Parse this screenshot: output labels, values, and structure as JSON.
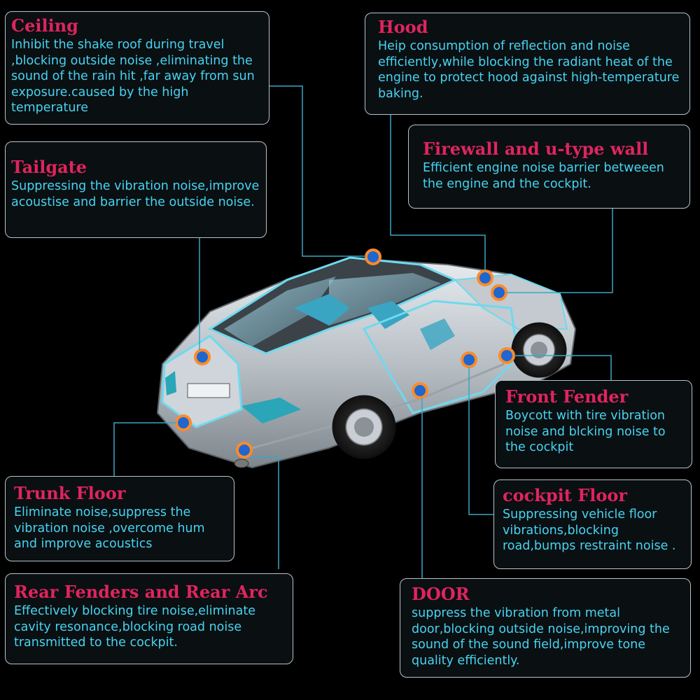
{
  "callouts": {
    "ceiling": {
      "title": "Ceiling",
      "text": "Inhibit the shake roof during travel ,blocking outside noise ,eliminating the sound of the rain hit ,far away from sun exposure.caused by the high temperature"
    },
    "hood": {
      "title": "Hood",
      "text": "Heip consumption of reflection and noise efficiently,while blocking the radiant heat of the engine to protect hood against high-temperature baking."
    },
    "firewall": {
      "title": "Firewall and u-type wall",
      "text": "Efficient engine noise barrier betweeen the engine and the cockpit."
    },
    "tailgate": {
      "title": "Tailgate",
      "text": "Suppressing the vibration noise,improve acoustise and barrier the outside noise."
    },
    "front_fender": {
      "title": "Front Fender",
      "text": "Boycott with tire vibration noise and blcking noise to the cockpit"
    },
    "trunk_floor": {
      "title": "Trunk Floor",
      "text": "Eliminate noise,suppress the vibration noise ,overcome hum and improve acoustics"
    },
    "cockpit_floor": {
      "title": "cockpit Floor",
      "text": "Suppressing vehicle floor vibrations,blocking road,bumps restraint noise ."
    },
    "rear_fenders": {
      "title": "Rear Fenders and Rear Arc",
      "text": "Effectively blocking tire noise,eliminate cavity resonance,blocking road noise transmitted to the cockpit."
    },
    "door": {
      "title": "DOOR",
      "text": "suppress the vibration from metal door,blocking outside noise,improving the sound of the sound field,improve tone quality efficiently."
    }
  },
  "colors": {
    "title": "#e0245e",
    "text": "#46d4f0",
    "border": "#b9c3c9",
    "leader_line": "#3aa6c4",
    "marker": "#ff8a2a"
  }
}
